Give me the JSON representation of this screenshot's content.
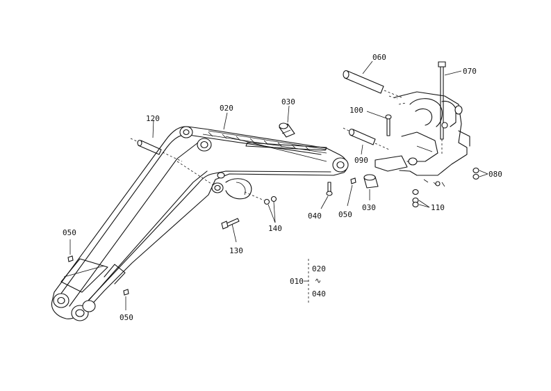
{
  "diagram": {
    "parts": {
      "p010": "010",
      "p020": "020",
      "p020_group": "020",
      "tilde": "∿",
      "p030_top": "030",
      "p030_bottom": "030",
      "p040": "040",
      "p040_group": "040",
      "p050_left": "050",
      "p050_bottom": "050",
      "p050_mid": "050",
      "p060": "060",
      "p070": "070",
      "p080": "080",
      "p090": "090",
      "p100": "100",
      "p110": "110",
      "p120": "120",
      "p130": "130",
      "p140": "140"
    }
  }
}
